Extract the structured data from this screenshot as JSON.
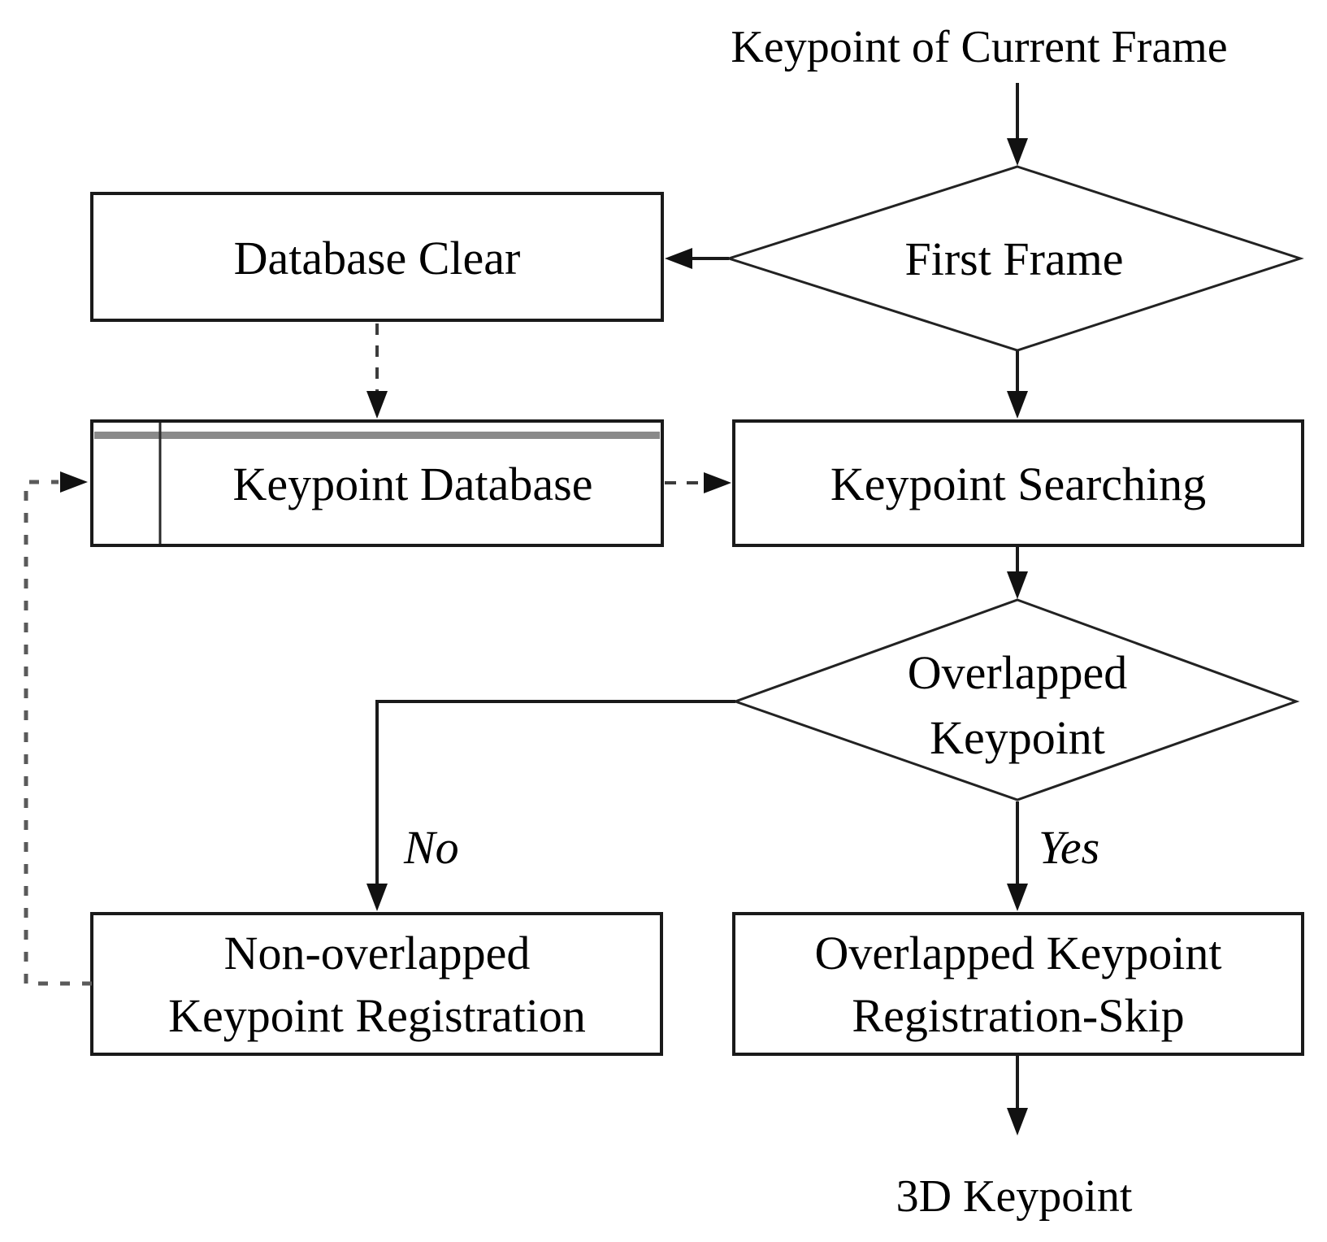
{
  "diagram": {
    "type": "flowchart",
    "background": "#ffffff",
    "colors": {
      "line": "#1a1a1a",
      "dashed_line": "#3c3c3c",
      "feedback_dashed_line": "#5a5a5a",
      "database_header_band": "#8a8a8a",
      "text": "#000000",
      "node_fill": "#ffffff"
    },
    "nodes": {
      "input_label": {
        "shape": "text",
        "text": "Keypoint of Current Frame"
      },
      "first_frame": {
        "shape": "diamond",
        "text": "First Frame"
      },
      "database_clear": {
        "shape": "rect",
        "text": "Database Clear"
      },
      "keypoint_database": {
        "shape": "rect-partitioned",
        "text": "Keypoint Database"
      },
      "keypoint_searching": {
        "shape": "rect",
        "text": "Keypoint Searching"
      },
      "overlapped_keypoint": {
        "shape": "diamond",
        "line1": "Overlapped",
        "line2": "Keypoint"
      },
      "non_overlapped_registration": {
        "shape": "rect",
        "line1": "Non-overlapped",
        "line2": "Keypoint Registration"
      },
      "overlapped_registration_skip": {
        "shape": "rect",
        "line1": "Overlapped Keypoint",
        "line2": "Registration-Skip"
      },
      "output_label": {
        "shape": "text",
        "text": "3D Keypoint"
      }
    },
    "branch_labels": {
      "no": "No",
      "yes": "Yes"
    },
    "edges": [
      {
        "from": "input_label",
        "to": "first_frame",
        "style": "solid-arrow"
      },
      {
        "from": "first_frame",
        "to": "database_clear",
        "style": "solid-arrow"
      },
      {
        "from": "database_clear",
        "to": "keypoint_database",
        "style": "dashed-arrow"
      },
      {
        "from": "keypoint_database",
        "to": "keypoint_searching",
        "style": "dashed-arrow"
      },
      {
        "from": "first_frame",
        "to": "keypoint_searching",
        "style": "solid-arrow"
      },
      {
        "from": "keypoint_searching",
        "to": "overlapped_keypoint",
        "style": "solid-arrow"
      },
      {
        "from": "overlapped_keypoint",
        "to": "non_overlapped_registration",
        "style": "solid-arrow",
        "label": "No"
      },
      {
        "from": "overlapped_keypoint",
        "to": "overlapped_registration_skip",
        "style": "solid-arrow",
        "label": "Yes"
      },
      {
        "from": "overlapped_registration_skip",
        "to": "output_label",
        "style": "solid-arrow"
      },
      {
        "from": "non_overlapped_registration",
        "to": "keypoint_database",
        "style": "dashed-arrow-feedback"
      }
    ]
  }
}
